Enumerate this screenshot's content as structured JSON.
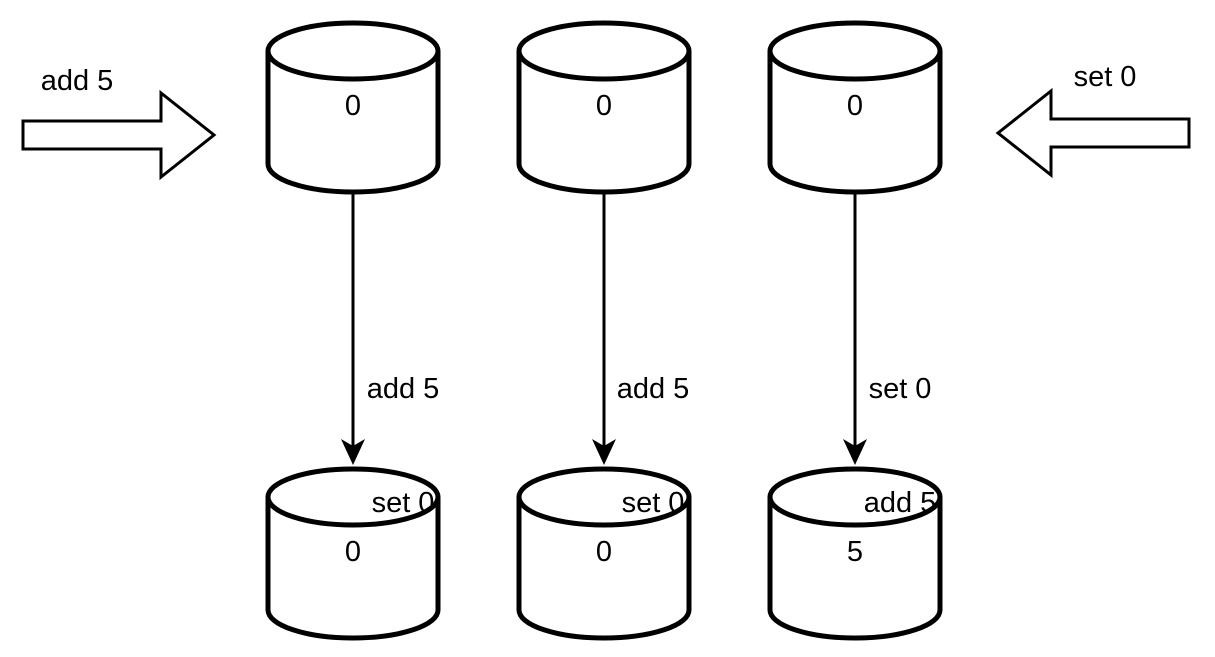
{
  "diagram_type": "replicated-database-operation-ordering",
  "colors": {
    "stroke": "#000000",
    "fill": "#ffffff",
    "background": "#ffffff",
    "text": "#000000"
  },
  "incoming_operations": {
    "left": {
      "label": "add 5",
      "direction": "right"
    },
    "right": {
      "label": "set 0",
      "direction": "left"
    }
  },
  "replicas": [
    {
      "initial_value": "0",
      "applied_ops": [
        "add 5",
        "set 0"
      ],
      "final_value": "0"
    },
    {
      "initial_value": "0",
      "applied_ops": [
        "add 5",
        "set 0"
      ],
      "final_value": "0"
    },
    {
      "initial_value": "0",
      "applied_ops": [
        "set 0",
        "add 5"
      ],
      "final_value": "5"
    }
  ]
}
